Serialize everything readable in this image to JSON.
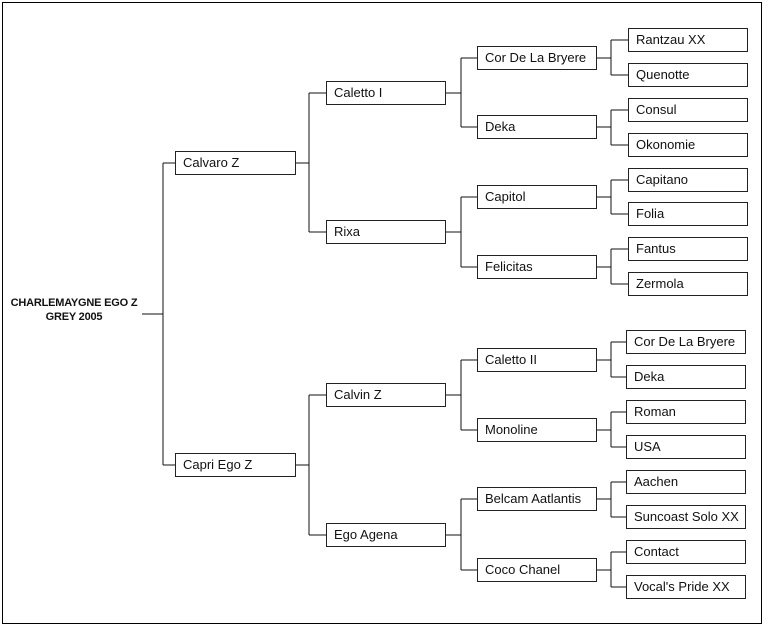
{
  "subject": {
    "name": "CHARLEMAYGNE EGO Z",
    "details": "GREY 2005"
  },
  "pedigree": {
    "sire": {
      "name": "Calvaro Z",
      "sire": {
        "name": "Caletto I",
        "sire": {
          "name": "Cor De La Bryere",
          "sire": "Rantzau XX",
          "dam": "Quenotte"
        },
        "dam": {
          "name": "Deka",
          "sire": "Consul",
          "dam": "Okonomie"
        }
      },
      "dam": {
        "name": "Rixa",
        "sire": {
          "name": "Capitol",
          "sire": "Capitano",
          "dam": "Folia"
        },
        "dam": {
          "name": "Felicitas",
          "sire": "Fantus",
          "dam": "Zermola"
        }
      }
    },
    "dam": {
      "name": "Capri Ego Z",
      "sire": {
        "name": "Calvin Z",
        "sire": {
          "name": "Caletto II",
          "sire": "Cor De La Bryere",
          "dam": "Deka"
        },
        "dam": {
          "name": "Monoline",
          "sire": "Roman",
          "dam": "USA"
        }
      },
      "dam": {
        "name": "Ego Agena",
        "sire": {
          "name": "Belcam Aatlantis",
          "sire": "Aachen",
          "dam": "Suncoast Solo XX"
        },
        "dam": {
          "name": "Coco Chanel",
          "sire": "Contact",
          "dam": "Vocal's Pride XX"
        }
      }
    }
  }
}
